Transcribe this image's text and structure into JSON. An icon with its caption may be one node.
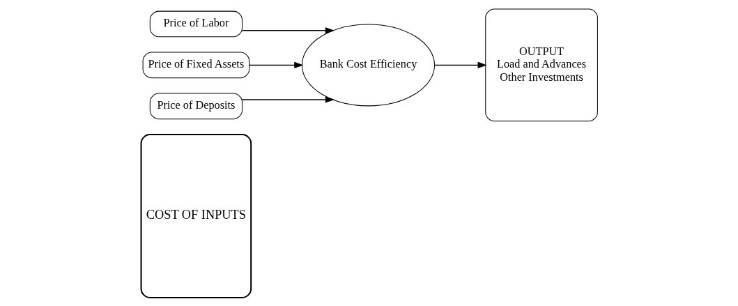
{
  "diagram": {
    "nodes": [
      {
        "text": [
          "COST OF INPUTS"
        ]
      },
      {
        "text": [
          "Price of Labor"
        ]
      },
      {
        "text": [
          "Price of Fixed Assets"
        ]
      },
      {
        "text": [
          "Price of Deposits"
        ]
      },
      {
        "text": [
          "Bank Cost Efficiency"
        ]
      },
      {
        "text": [
          "OUTPUT",
          "Load and Advances",
          "Other Investments"
        ]
      }
    ],
    "edges": [
      {
        "from": 1,
        "to": 4,
        "arrow": "to"
      },
      {
        "from": 2,
        "to": 4,
        "arrow": "to"
      },
      {
        "from": 3,
        "to": 4,
        "arrow": "to"
      },
      {
        "from": 4,
        "to": 5,
        "arrow": "to"
      }
    ]
  }
}
